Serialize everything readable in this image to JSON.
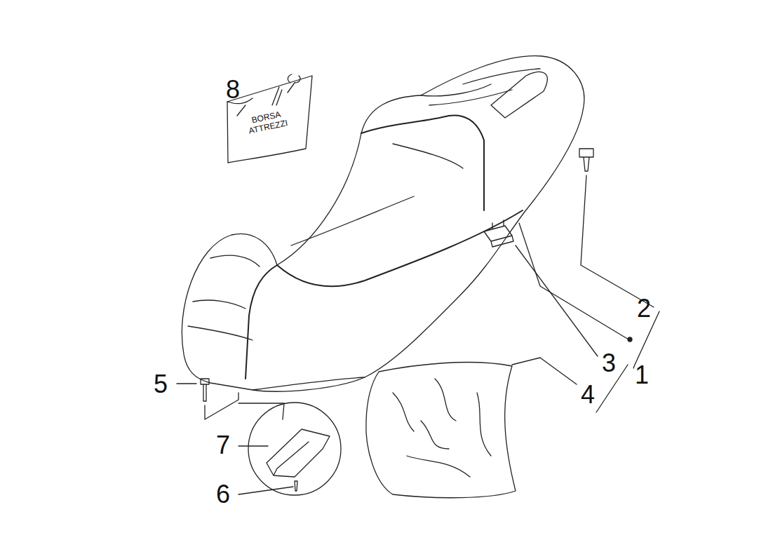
{
  "diagram": {
    "nodes": [
      {
        "text": [
          "BORSA ATTREZZI"
        ]
      }
    ],
    "labels": [
      "8",
      "2",
      "3",
      "1",
      "4",
      "5",
      "7",
      "6"
    ]
  }
}
